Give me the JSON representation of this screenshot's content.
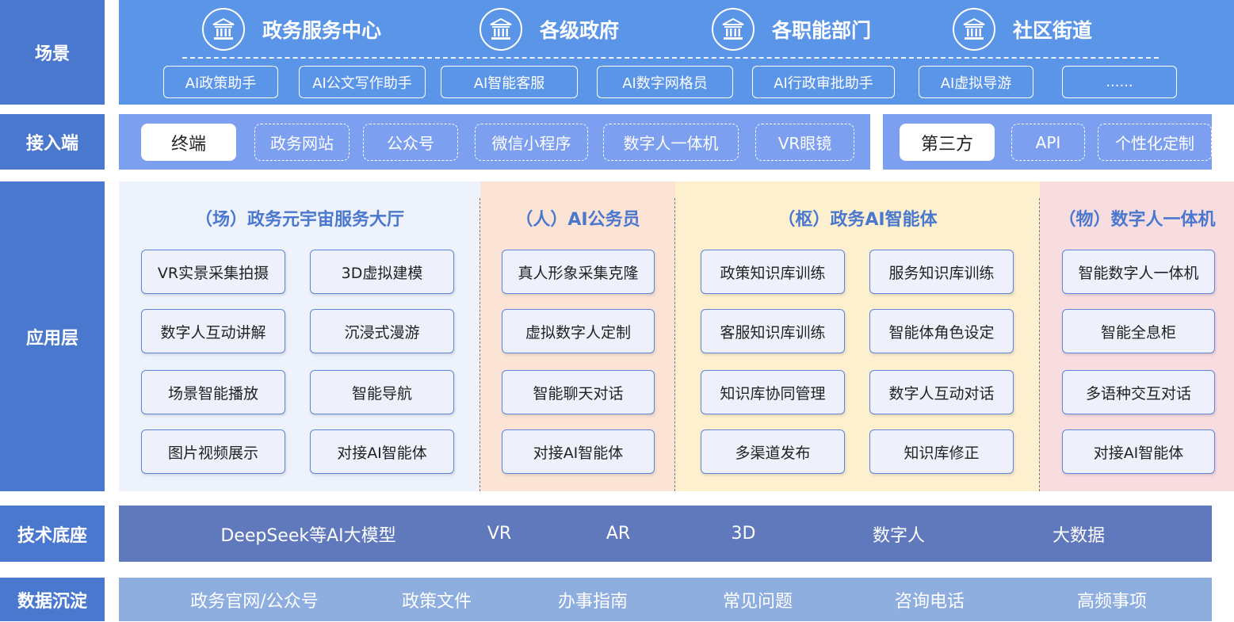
{
  "labels": {
    "scene": "场景",
    "access": "接入端",
    "app": "应用层",
    "tech": "技术底座",
    "data": "数据沉淀"
  },
  "scenes": {
    "titles": [
      "政务服务中心",
      "各级政府",
      "各职能部门",
      "社区街道"
    ],
    "icon": "government-building-icon",
    "tags": [
      "AI政策助手",
      "AI公文写作助手",
      "AI智能客服",
      "AI数字网格员",
      "AI行政审批助手",
      "AI虚拟导游",
      "......"
    ]
  },
  "access": {
    "terminal": {
      "label": "终端",
      "items": [
        "政务网站",
        "公众号",
        "微信小程序",
        "数字人一体机",
        "VR眼镜"
      ]
    },
    "third_party": {
      "label": "第三方",
      "items": [
        "API",
        "个性化定制"
      ]
    }
  },
  "app": {
    "columns": [
      {
        "title": "（场）政务元宇宙服务大厅",
        "items": [
          "VR实景采集拍摄",
          "3D虚拟建模",
          "数字人互动讲解",
          "沉浸式漫游",
          "场景智能播放",
          "智能导航",
          "图片视频展示",
          "对接AI智能体"
        ]
      },
      {
        "title": "（人）AI公务员",
        "items": [
          "真人形象采集克隆",
          "虚拟数字人定制",
          "智能聊天对话",
          "对接AI智能体"
        ]
      },
      {
        "title": "（枢）政务AI智能体",
        "items": [
          "政策知识库训练",
          "服务知识库训练",
          "客服知识库训练",
          "智能体角色设定",
          "知识库协同管理",
          "数字人互动对话",
          "多渠道发布",
          "知识库修正"
        ]
      },
      {
        "title": "（物）数字人一体机",
        "items": [
          "智能数字人一体机",
          "智能全息柜",
          "多语种交互对话",
          "对接AI智能体"
        ]
      }
    ]
  },
  "tech": [
    "DeepSeek等AI大模型",
    "VR",
    "AR",
    "3D",
    "数字人",
    "大数据"
  ],
  "data_items": [
    "政务官网/公众号",
    "政策文件",
    "办事指南",
    "常见问题",
    "咨询电话",
    "高频事项"
  ],
  "colors": {
    "label_bg": "#4a78cf",
    "scene_bg": "#5b95e8",
    "access_bg": "#7d9ff0",
    "col1_bg": "#edf2fb",
    "col2_bg": "#fbe4d5",
    "col3_bg": "#fdf0cf",
    "col4_bg": "#f8dde0",
    "tech_bg": "#6078bc",
    "data_bg": "#8eaedf",
    "accent_text": "#4a78cf"
  }
}
